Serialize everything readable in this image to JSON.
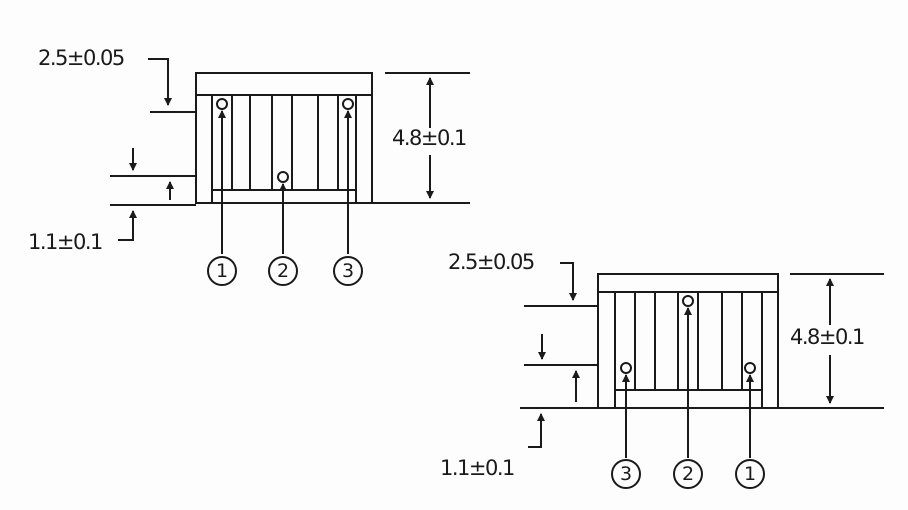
{
  "diagrams": [
    {
      "dim_top": "2.5±0.05",
      "dim_height": "4.8±0.1",
      "dim_bottom": "1.1±0.1",
      "pins": [
        "1",
        "2",
        "3"
      ]
    },
    {
      "dim_top": "2.5±0.05",
      "dim_height": "4.8±0.1",
      "dim_bottom": "1.1±0.1",
      "pins": [
        "3",
        "2",
        "1"
      ]
    }
  ],
  "colors": {
    "ink": "#1a1a1a",
    "background": "#fdfdfd"
  }
}
